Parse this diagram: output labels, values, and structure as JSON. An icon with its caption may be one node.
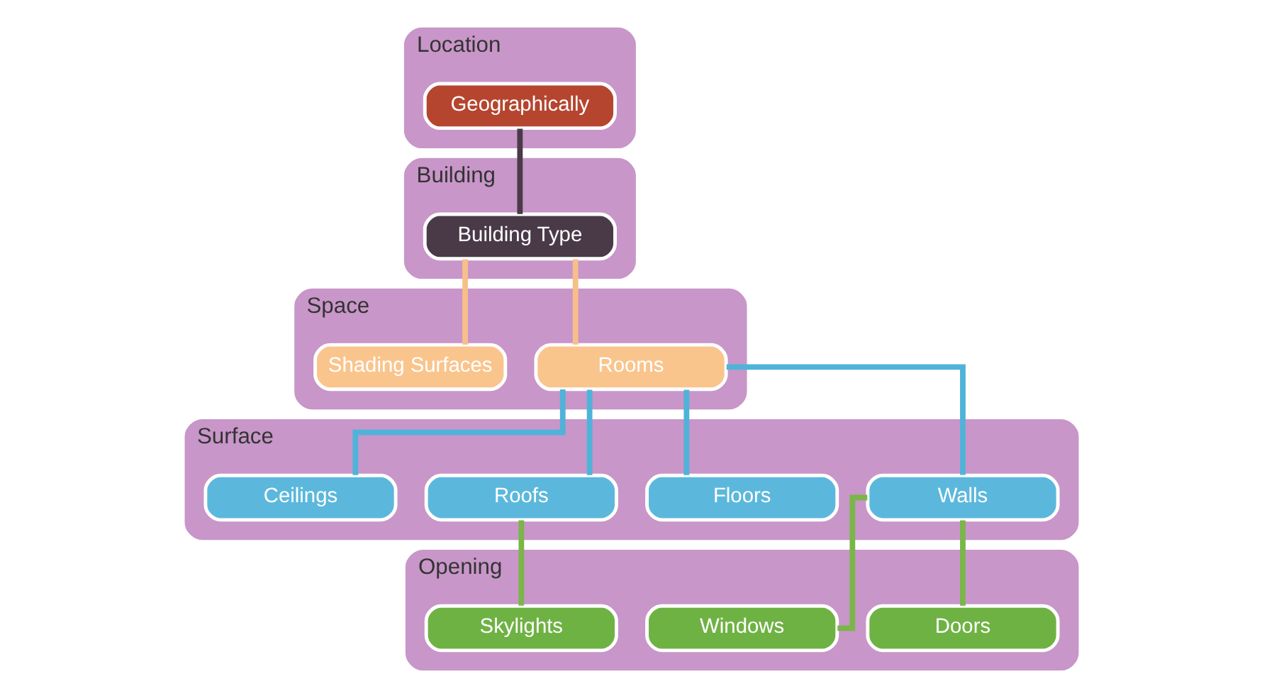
{
  "diagram": {
    "nodes": [
      {
        "text": [
          "Location"
        ]
      },
      {
        "text": [
          "Geographically"
        ],
        "in": 0
      },
      {
        "text": [
          "Building"
        ]
      },
      {
        "text": [
          "Building Type"
        ],
        "in": 2
      },
      {
        "text": [
          "Space"
        ]
      },
      {
        "text": [
          "Rooms"
        ],
        "in": 4
      },
      {
        "text": [
          "Shading Surfaces"
        ],
        "in": 4
      },
      {
        "text": [
          "Surface"
        ]
      },
      {
        "text": [
          "Walls"
        ],
        "in": 7
      },
      {
        "text": [
          "Floors"
        ],
        "in": 7
      },
      {
        "text": [
          "Roofs"
        ],
        "in": 7
      },
      {
        "text": [
          "Ceilings"
        ],
        "in": 7
      },
      {
        "text": [
          "Opening"
        ]
      },
      {
        "text": [
          "Doors"
        ],
        "in": 12
      },
      {
        "text": [
          "Windows"
        ],
        "in": 12
      },
      {
        "text": [
          "Skylights"
        ],
        "in": 12
      }
    ],
    "edges": [
      {
        "from": 1,
        "to": 3,
        "arrow": "none",
        "color": "#4a3a48"
      },
      {
        "from": 3,
        "to": 5,
        "arrow": "none",
        "color": "#f7c08a"
      },
      {
        "from": 3,
        "to": 6,
        "arrow": "none",
        "color": "#f7c08a"
      },
      {
        "from": 5,
        "to": 8,
        "arrow": "none",
        "color": "#4fb3d9"
      },
      {
        "from": 5,
        "to": 9,
        "arrow": "none",
        "color": "#4fb3d9"
      },
      {
        "from": 5,
        "to": 10,
        "arrow": "none",
        "color": "#4fb3d9"
      },
      {
        "from": 5,
        "to": 11,
        "arrow": "none",
        "color": "#4fb3d9"
      },
      {
        "from": 8,
        "to": 13,
        "arrow": "none",
        "color": "#7ab648"
      },
      {
        "from": 8,
        "to": 14,
        "arrow": "none",
        "color": "#7ab648"
      },
      {
        "from": 10,
        "to": 15,
        "arrow": "none",
        "color": "#7ab648"
      }
    ]
  }
}
